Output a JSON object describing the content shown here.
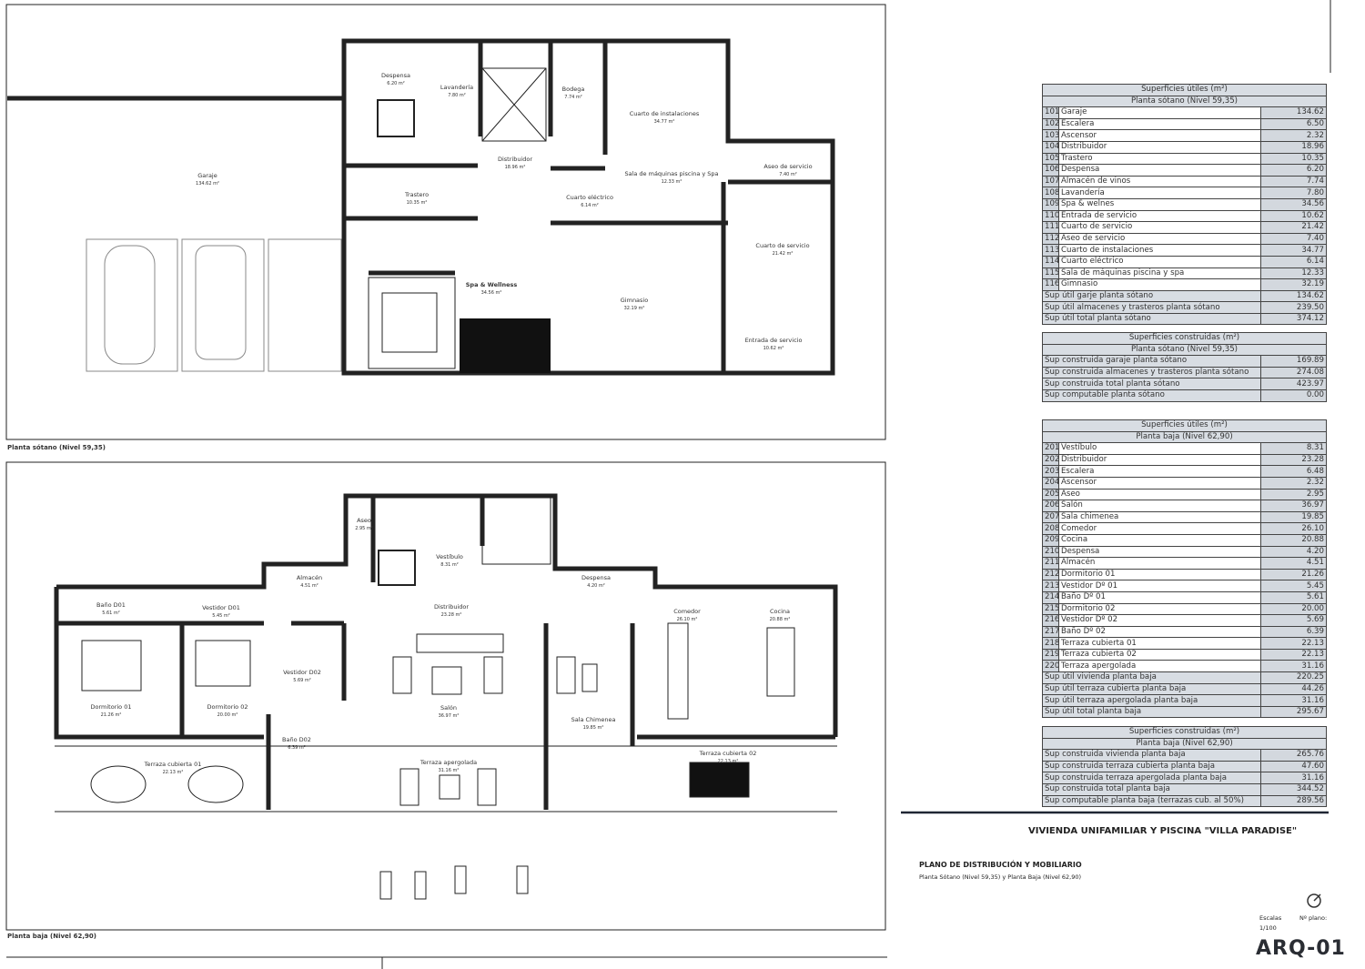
{
  "plans": {
    "basement": {
      "caption": "Planta sótano (Nivel 59,35)",
      "rooms": [
        {
          "name": "Despensa",
          "area": "6.20 m²"
        },
        {
          "name": "Lavandería",
          "area": "7.80 m²"
        },
        {
          "name": "Bodega",
          "area": "7.74 m²"
        },
        {
          "name": "Cuarto de instalaciones",
          "area": "34.77 m²"
        },
        {
          "name": "Distribuidor",
          "area": "18.96 m²"
        },
        {
          "name": "Sala de máquinas piscina y Spa",
          "area": "12.33 m²"
        },
        {
          "name": "Aseo de servicio",
          "area": "7.40 m²"
        },
        {
          "name": "Garaje",
          "area": "134.62 m²"
        },
        {
          "name": "Trastero",
          "area": "10.35 m²"
        },
        {
          "name": "Cuarto eléctrico",
          "area": "6.14 m²"
        },
        {
          "name": "Cuarto de servicio",
          "area": "21.42 m²"
        },
        {
          "name": "Spa & Wellness",
          "area": "34.56 m²"
        },
        {
          "name": "Gimnasio",
          "area": "32.19 m²"
        },
        {
          "name": "Entrada de servicio",
          "area": "10.62 m²"
        }
      ]
    },
    "ground": {
      "caption": "Planta baja (Nivel 62,90)",
      "rooms": [
        {
          "name": "Aseo",
          "area": "2.95 m²"
        },
        {
          "name": "Vestíbulo",
          "area": "8.31 m²"
        },
        {
          "name": "Almacén",
          "area": "4.51 m²"
        },
        {
          "name": "Despensa",
          "area": "4.20 m²"
        },
        {
          "name": "Baño D01",
          "area": "5.61 m²"
        },
        {
          "name": "Vestidor D01",
          "area": "5.45 m²"
        },
        {
          "name": "Distribuidor",
          "area": "23.28 m²"
        },
        {
          "name": "Comedor",
          "area": "26.10 m²"
        },
        {
          "name": "Cocina",
          "area": "20.88 m²"
        },
        {
          "name": "Vestidor D02",
          "area": "5.69 m²"
        },
        {
          "name": "Dormitorio 01",
          "area": "21.26 m²"
        },
        {
          "name": "Dormitorio 02",
          "area": "20.00 m²"
        },
        {
          "name": "Salón",
          "area": "36.97 m²"
        },
        {
          "name": "Sala Chimenea",
          "area": "19.85 m²"
        },
        {
          "name": "Baño D02",
          "area": "6.39 m²"
        },
        {
          "name": "Terraza cubierta 01",
          "area": "22.13 m²"
        },
        {
          "name": "Terraza apergolada",
          "area": "31.16 m²"
        },
        {
          "name": "Terraza cubierta 02",
          "area": "22.13 m²"
        }
      ]
    }
  },
  "tables": [
    {
      "title": "Superficies útiles (m²)",
      "subtitle": "Planta sótano (Nivel 59,35)",
      "rows": [
        [
          "101",
          "Garaje",
          "134.62"
        ],
        [
          "102",
          "Escalera",
          "6.50"
        ],
        [
          "103",
          "Ascensor",
          "2.32"
        ],
        [
          "104",
          "Distribuidor",
          "18.96"
        ],
        [
          "105",
          "Trastero",
          "10.35"
        ],
        [
          "106",
          "Despensa",
          "6.20"
        ],
        [
          "107",
          "Almacén de vinos",
          "7.74"
        ],
        [
          "108",
          "Lavandería",
          "7.80"
        ],
        [
          "109",
          "Spa & welnes",
          "34.56"
        ],
        [
          "110",
          "Entrada de servicio",
          "10.62"
        ],
        [
          "111",
          "Cuarto de servicio",
          "21.42"
        ],
        [
          "112",
          "Aseo de servicio",
          "7.40"
        ],
        [
          "113",
          "Cuarto de instalaciones",
          "34.77"
        ],
        [
          "114",
          "Cuarto eléctrico",
          "6.14"
        ],
        [
          "115",
          "Sala de máquinas piscina y spa",
          "12.33"
        ],
        [
          "116",
          "Gimnasio",
          "32.19"
        ]
      ],
      "totals": [
        [
          "Sup útil garje planta sótano",
          "134.62"
        ],
        [
          "Sup útil almacenes y trasteros planta sótano",
          "239.50"
        ],
        [
          "Sup útil total planta sótano",
          "374.12"
        ]
      ]
    },
    {
      "title": "Superficies construidas (m²)",
      "subtitle": "Planta sótano (Nivel 59,35)",
      "rows": [],
      "totals": [
        [
          "Sup construida garaje planta sótano",
          "169.89"
        ],
        [
          "Sup construida almacenes y trasteros planta sótano",
          "274.08"
        ],
        [
          "Sup construida total planta sótano",
          "423.97"
        ],
        [
          "Sup computable planta sótano",
          "0.00"
        ]
      ]
    },
    {
      "title": "Superficies útiles (m²)",
      "subtitle": "Planta baja (Nivel 62,90)",
      "rows": [
        [
          "201",
          "Vestíbulo",
          "8.31"
        ],
        [
          "202",
          "Distribuidor",
          "23.28"
        ],
        [
          "203",
          "Escalera",
          "6.48"
        ],
        [
          "204",
          "Ascensor",
          "2.32"
        ],
        [
          "205",
          "Aseo",
          "2.95"
        ],
        [
          "206",
          "Salón",
          "36.97"
        ],
        [
          "207",
          "Sala chimenea",
          "19.85"
        ],
        [
          "208",
          "Comedor",
          "26.10"
        ],
        [
          "209",
          "Cocina",
          "20.88"
        ],
        [
          "210",
          "Despensa",
          "4.20"
        ],
        [
          "211",
          "Almacén",
          "4.51"
        ],
        [
          "212",
          "Dormitorio 01",
          "21.26"
        ],
        [
          "213",
          "Vestidor Dº 01",
          "5.45"
        ],
        [
          "214",
          "Baño Dº 01",
          "5.61"
        ],
        [
          "215",
          "Dormitorio 02",
          "20.00"
        ],
        [
          "216",
          "Vestidor Dº 02",
          "5.69"
        ],
        [
          "217",
          "Baño Dº 02",
          "6.39"
        ],
        [
          "218",
          "Terraza cubierta 01",
          "22.13"
        ],
        [
          "219",
          "Terraza cubierta 02",
          "22.13"
        ],
        [
          "220",
          "Terraza apergolada",
          "31.16"
        ]
      ],
      "totals": [
        [
          "Sup útil vivienda planta baja",
          "220.25"
        ],
        [
          "Sup útil terraza cubierta planta baja",
          "44.26"
        ],
        [
          "Sup útil terraza apergolada planta baja",
          "31.16"
        ],
        [
          "Sup útil total planta baja",
          "295.67"
        ]
      ]
    },
    {
      "title": "Superficies construidas (m²)",
      "subtitle": "Planta baja (Nivel 62,90)",
      "rows": [],
      "totals": [
        [
          "Sup construida vivienda planta baja",
          "265.76"
        ],
        [
          "Sup construida terraza cubierta planta baja",
          "47.60"
        ],
        [
          "Sup construida terraza apergolada planta baja",
          "31.16"
        ],
        [
          "Sup construida total planta baja",
          "344.52"
        ],
        [
          "Sup computable planta baja (terrazas cub. al 50%)",
          "289.56"
        ]
      ]
    }
  ],
  "title_block": {
    "project": "VIVIENDA UNIFAMILIAR Y PISCINA \"VILLA PARADISE\"",
    "drawing_title": "PLANO DE DISTRIBUCIÓN Y MOBILIARIO",
    "drawing_subtitle": "Planta Sótano (Nivel 59,35) y Planta Baja (Nivel 62,90)",
    "scale_label": "Escalas",
    "scale_value": "1/100",
    "sheet_label": "Nº plano:",
    "sheet_code": "ARQ-01",
    "north_icon": "north-arrow-icon"
  }
}
